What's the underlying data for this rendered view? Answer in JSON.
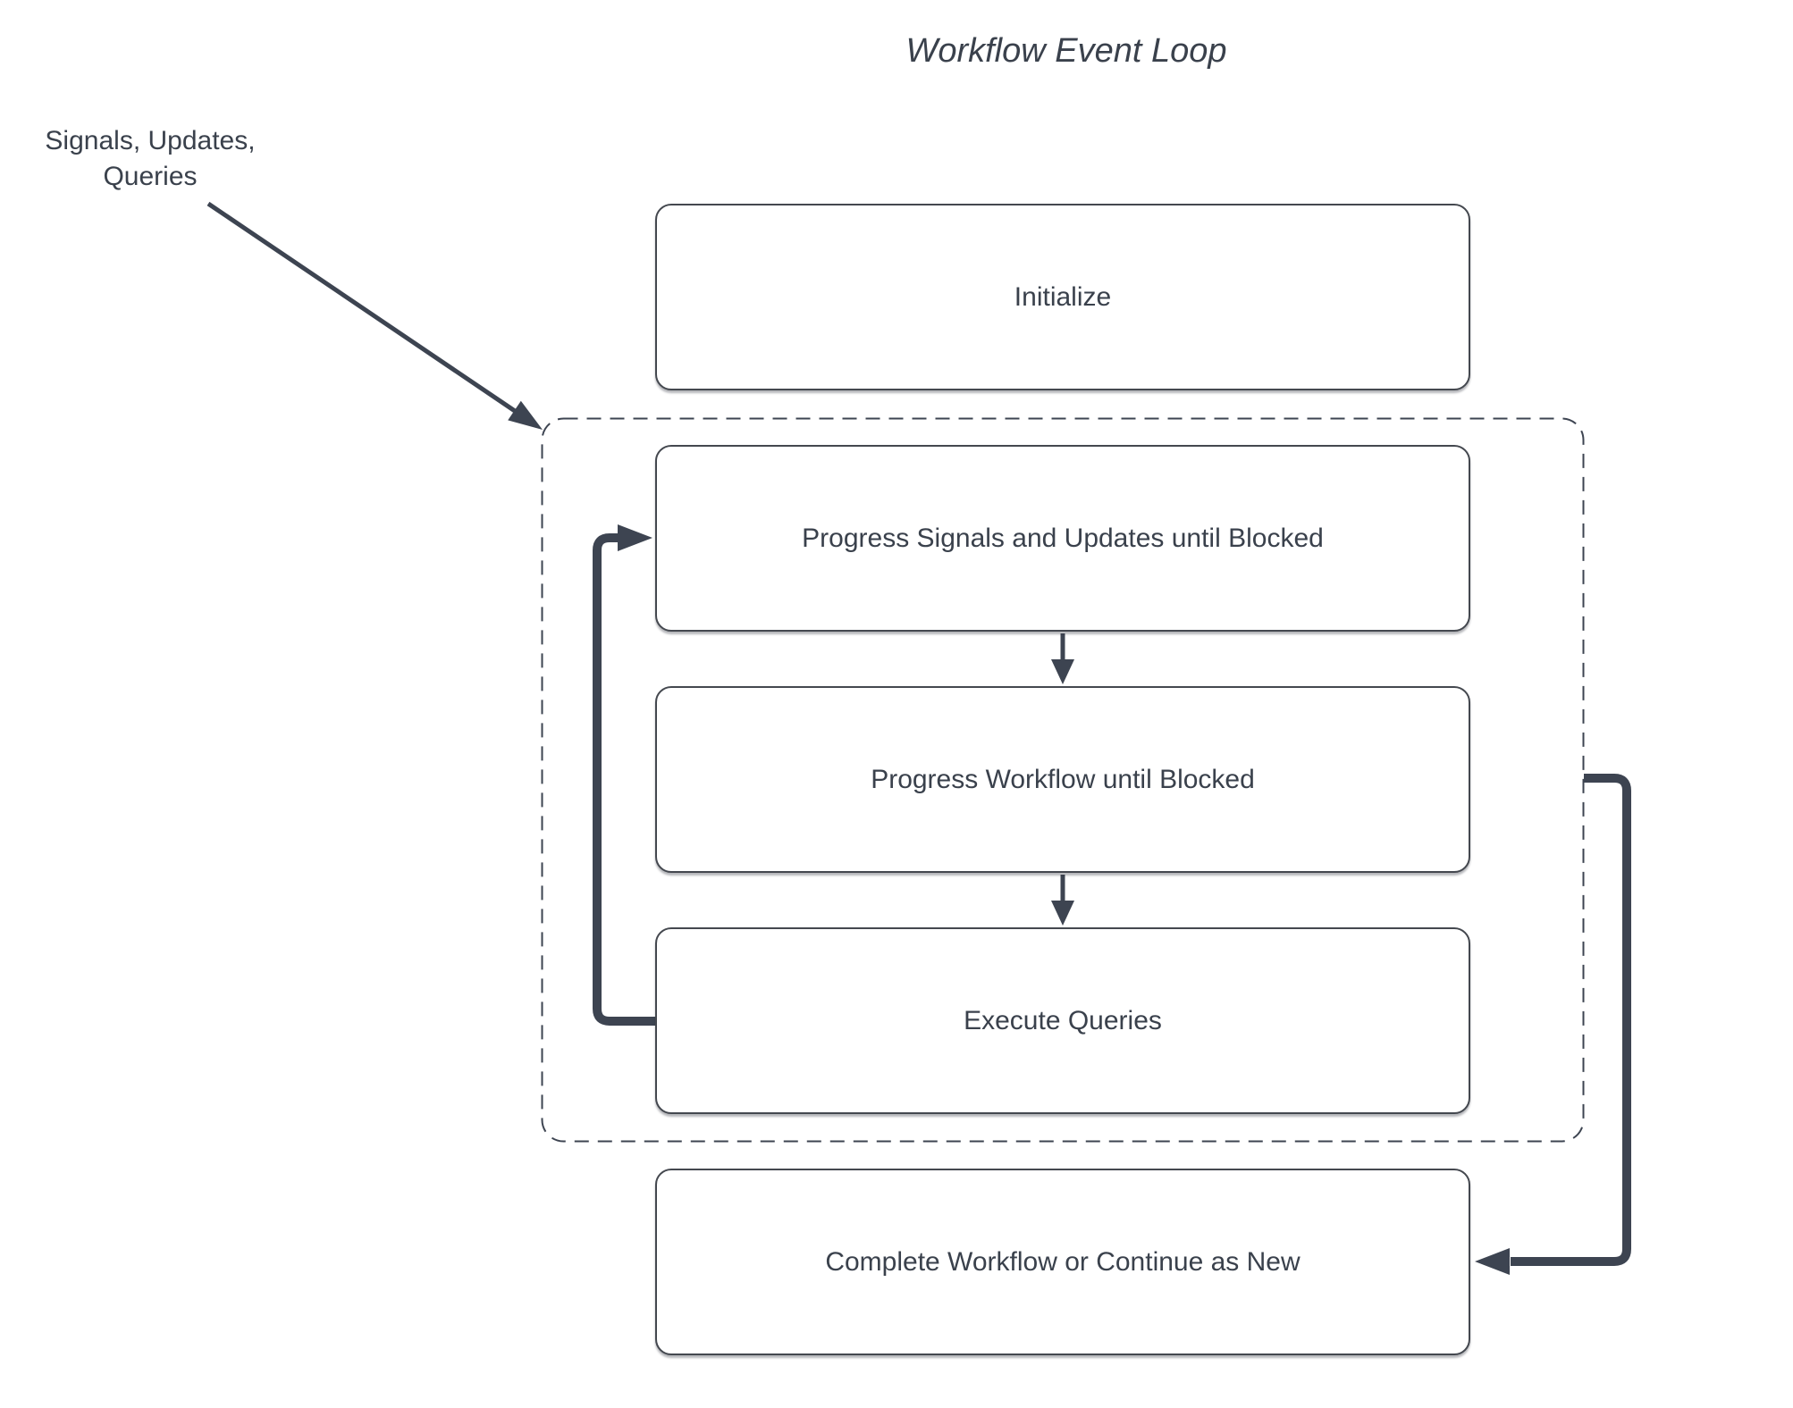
{
  "title": "Workflow Event Loop",
  "annotation": {
    "line1": "Signals, Updates,",
    "line2": "Queries"
  },
  "boxes": {
    "initialize": "Initialize",
    "progress_signals": "Progress Signals and Updates until Blocked",
    "progress_workflow": "Progress Workflow until Blocked",
    "execute_queries": "Execute Queries",
    "complete": "Complete Workflow or Continue as New"
  },
  "colors": {
    "line": "#3d4451",
    "box_border": "#44484f",
    "text": "#3a414c",
    "background": "#ffffff"
  }
}
